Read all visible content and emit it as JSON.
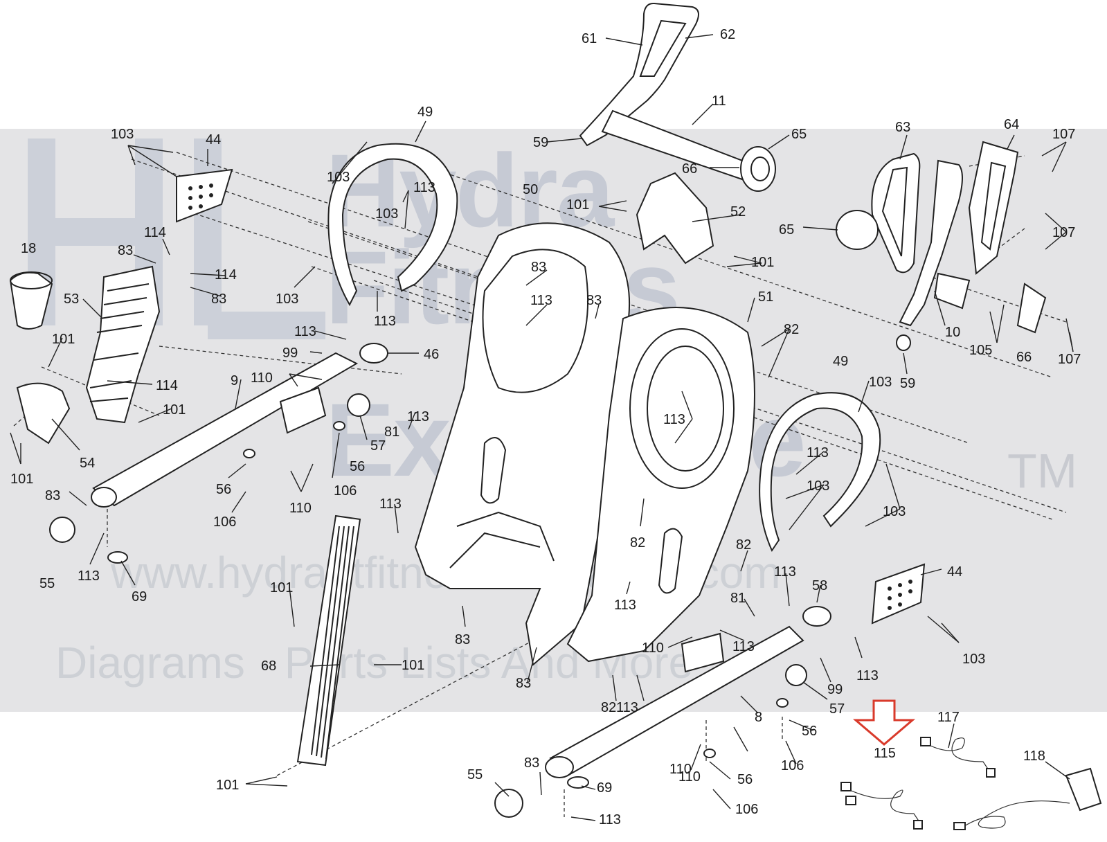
{
  "watermark": {
    "brand_line1": "Hydra",
    "brand_line2": "Fitness",
    "brand_line3": "Exchange",
    "trademark": "TM",
    "url": "www.hydrantfitnessexchange.com",
    "tagline": "Diagrams · Parts Lists And More"
  },
  "highlight": {
    "part": "115",
    "color": "#d93a2b"
  },
  "callouts": [
    {
      "text": "61"
    },
    {
      "text": "62"
    },
    {
      "text": "11"
    },
    {
      "text": "59"
    },
    {
      "text": "65"
    },
    {
      "text": "66"
    },
    {
      "text": "49"
    },
    {
      "text": "103"
    },
    {
      "text": "44"
    },
    {
      "text": "103"
    },
    {
      "text": "113"
    },
    {
      "text": "103"
    },
    {
      "text": "50"
    },
    {
      "text": "101"
    },
    {
      "text": "52"
    },
    {
      "text": "101"
    },
    {
      "text": "63"
    },
    {
      "text": "64"
    },
    {
      "text": "107"
    },
    {
      "text": "65"
    },
    {
      "text": "107"
    },
    {
      "text": "18"
    },
    {
      "text": "114"
    },
    {
      "text": "83"
    },
    {
      "text": "114"
    },
    {
      "text": "83"
    },
    {
      "text": "103"
    },
    {
      "text": "53"
    },
    {
      "text": "113"
    },
    {
      "text": "83"
    },
    {
      "text": "113"
    },
    {
      "text": "83"
    },
    {
      "text": "51"
    },
    {
      "text": "10"
    },
    {
      "text": "105"
    },
    {
      "text": "66"
    },
    {
      "text": "107"
    },
    {
      "text": "101"
    },
    {
      "text": "113"
    },
    {
      "text": "99"
    },
    {
      "text": "46"
    },
    {
      "text": "82"
    },
    {
      "text": "59"
    },
    {
      "text": "114"
    },
    {
      "text": "9"
    },
    {
      "text": "110"
    },
    {
      "text": "49"
    },
    {
      "text": "103"
    },
    {
      "text": "101"
    },
    {
      "text": "113"
    },
    {
      "text": "81"
    },
    {
      "text": "113"
    },
    {
      "text": "54"
    },
    {
      "text": "57"
    },
    {
      "text": "113"
    },
    {
      "text": "101"
    },
    {
      "text": "56"
    },
    {
      "text": "56"
    },
    {
      "text": "106"
    },
    {
      "text": "110"
    },
    {
      "text": "103"
    },
    {
      "text": "103"
    },
    {
      "text": "83"
    },
    {
      "text": "113"
    },
    {
      "text": "106"
    },
    {
      "text": "82"
    },
    {
      "text": "55"
    },
    {
      "text": "113"
    },
    {
      "text": "69"
    },
    {
      "text": "82"
    },
    {
      "text": "113"
    },
    {
      "text": "58"
    },
    {
      "text": "44"
    },
    {
      "text": "101"
    },
    {
      "text": "81"
    },
    {
      "text": "113"
    },
    {
      "text": "83"
    },
    {
      "text": "68"
    },
    {
      "text": "101"
    },
    {
      "text": "110"
    },
    {
      "text": "113"
    },
    {
      "text": "113"
    },
    {
      "text": "103"
    },
    {
      "text": "83"
    },
    {
      "text": "99"
    },
    {
      "text": "82"
    },
    {
      "text": "113"
    },
    {
      "text": "57"
    },
    {
      "text": "8"
    },
    {
      "text": "56"
    },
    {
      "text": "117"
    },
    {
      "text": "110"
    },
    {
      "text": "115"
    },
    {
      "text": "118"
    },
    {
      "text": "106"
    },
    {
      "text": "55"
    },
    {
      "text": "83"
    },
    {
      "text": "69"
    },
    {
      "text": "101"
    },
    {
      "text": "110"
    },
    {
      "text": "56"
    },
    {
      "text": "106"
    },
    {
      "text": "113"
    }
  ]
}
